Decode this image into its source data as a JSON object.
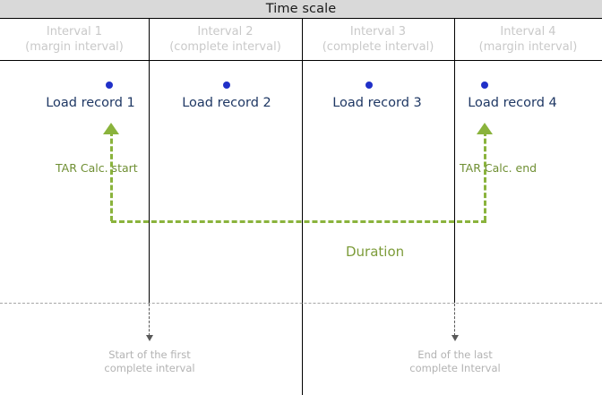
{
  "title": "Time scale",
  "colors": {
    "title_band": "#d9d9d9",
    "header_text": "#c9c9c9",
    "record_text": "#1f3864",
    "record_dot": "#2030c8",
    "green_line": "#8ab33c",
    "green_text": "#6f8f33",
    "duration_text": "#7d9c3a",
    "grid_line": "#000000",
    "dotted_sep": "#a6a6a6",
    "bottom_label": "#b3b3b3",
    "bottom_arrow": "#595959"
  },
  "intervals": [
    {
      "name": "Interval  1",
      "kind": "(margin interval)"
    },
    {
      "name": "Interval  2",
      "kind": "(complete interval)"
    },
    {
      "name": "Interval  3",
      "kind": "(complete interval)"
    },
    {
      "name": "Interval  4",
      "kind": "(margin interval)"
    }
  ],
  "records": [
    {
      "label": "Load record 1",
      "dot": "record-dot"
    },
    {
      "label": "Load record 2",
      "dot": "record-dot"
    },
    {
      "label": "Load record 3",
      "dot": "record-dot"
    },
    {
      "label": "Load record 4",
      "dot": "record-dot"
    }
  ],
  "annotations": {
    "tar_start": "TAR Calc. start",
    "tar_end": "TAR Calc. end",
    "duration": "Duration"
  },
  "footnotes": [
    {
      "line1": "Start of the first",
      "line2": "complete interval"
    },
    {
      "line1": "End of the last",
      "line2": "complete Interval"
    }
  ]
}
